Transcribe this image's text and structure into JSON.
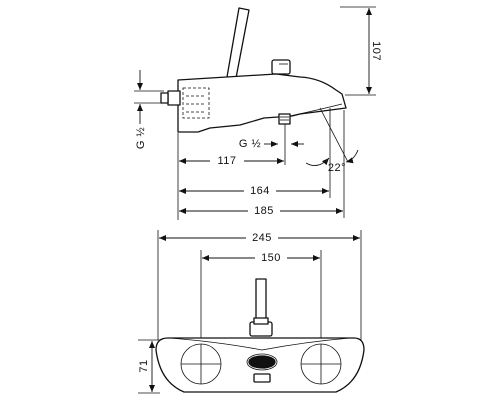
{
  "side_view": {
    "height_label": "107",
    "thread_vertical_label": "G ½",
    "thread_horizontal_label": "G ½",
    "dim_117_label": "117",
    "dim_164_label": "164",
    "dim_185_label": "185",
    "angle_label": "22°"
  },
  "top_view": {
    "width_label": "245",
    "spacing_label": "150",
    "depth_label": "71"
  }
}
